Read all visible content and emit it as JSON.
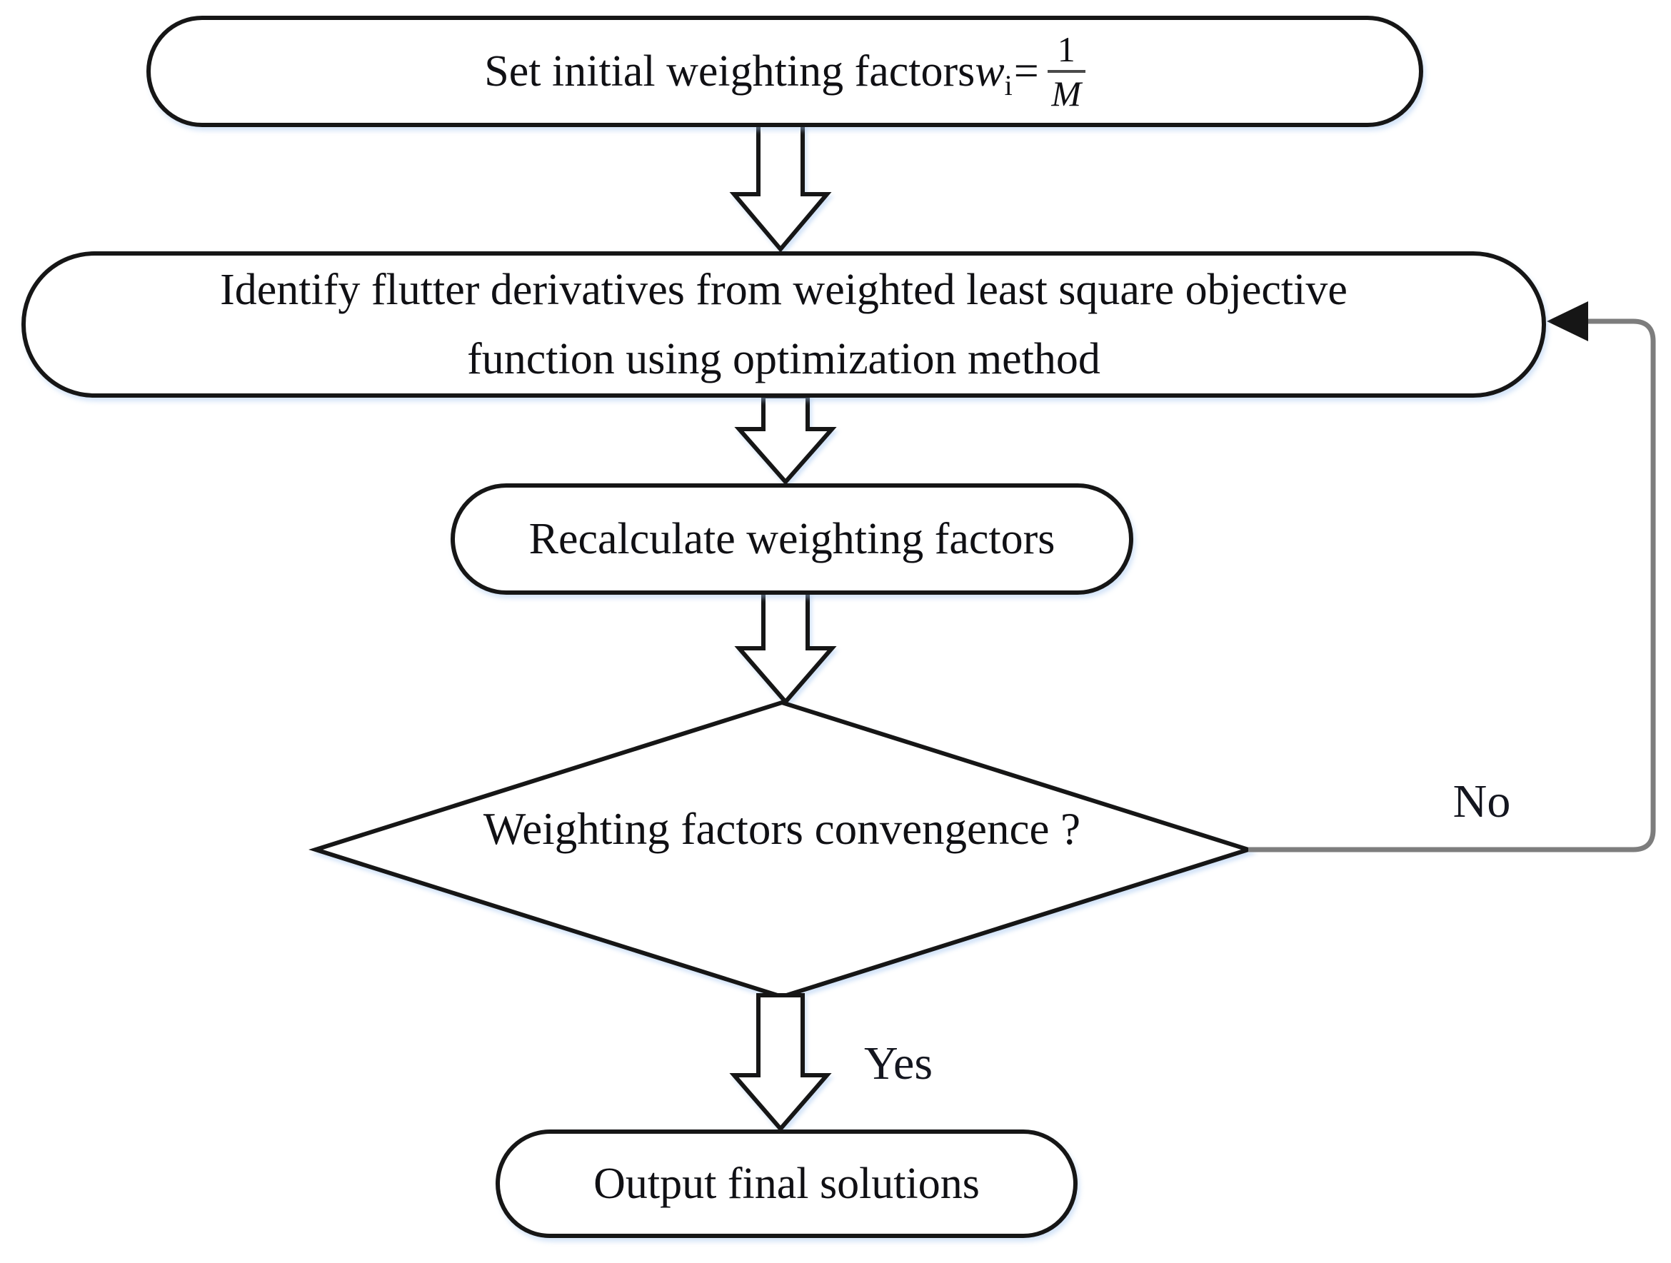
{
  "nodes": {
    "start": {
      "prefix": "Set initial weighting factors ",
      "var": "w",
      "sub": "i",
      "equals": "=",
      "frac_num": "1",
      "frac_den": "M"
    },
    "identify": {
      "line1": "Identify flutter derivatives from weighted least square objective",
      "line2": "function using optimization method"
    },
    "recalculate": {
      "label": "Recalculate weighting factors"
    },
    "decision": {
      "label": "Weighting factors convengence ?"
    },
    "output": {
      "label": "Output final solutions"
    }
  },
  "edges": {
    "no": "No",
    "yes": "Yes"
  },
  "colors": {
    "outline": "#161616",
    "feedback_line": "#7d7d7d",
    "text": "#101014",
    "background": "#ffffff"
  }
}
